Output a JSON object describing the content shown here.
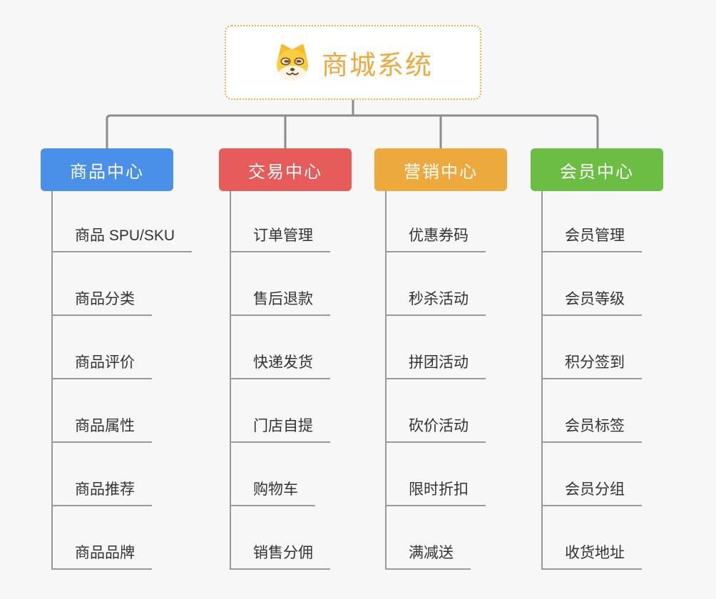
{
  "root": {
    "label": "商城系统",
    "icon": "dog-face-icon"
  },
  "branches": [
    {
      "label": "商品中心",
      "color": "#4a90e8",
      "children": [
        "商品 SPU/SKU",
        "商品分类",
        "商品评价",
        "商品属性",
        "商品推荐",
        "商品品牌"
      ]
    },
    {
      "label": "交易中心",
      "color": "#e65c5b",
      "children": [
        "订单管理",
        "售后退款",
        "快递发货",
        "门店自提",
        "购物车",
        "销售分佣"
      ]
    },
    {
      "label": "营销中心",
      "color": "#eba93e",
      "children": [
        "优惠券码",
        "秒杀活动",
        "拼团活动",
        "砍价活动",
        "限时折扣",
        "满减送"
      ]
    },
    {
      "label": "会员中心",
      "color": "#6bbe43",
      "children": [
        "会员管理",
        "会员等级",
        "积分签到",
        "会员标签",
        "会员分组",
        "收货地址"
      ]
    }
  ],
  "colors": {
    "background": "#f7f7f7",
    "connector": "#8c8c8c",
    "underline": "#999999",
    "leaf_text": "#333333",
    "root_text": "#f0a83c",
    "root_border": "#f5b041"
  }
}
